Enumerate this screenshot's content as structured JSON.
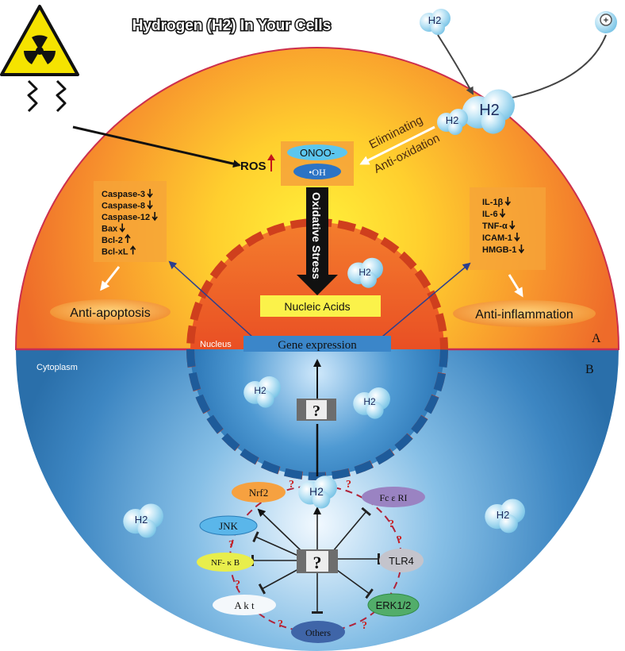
{
  "title": "Hydrogen (H2) In Your Cells",
  "h2_label": "H2",
  "ros": "ROS",
  "onoo": "ONOO-",
  "oh": "•OH",
  "eliminating": "Eliminating",
  "anti_oxidation": "Anti-oxidation",
  "oxidative_stress": "Oxidative Stress",
  "nucleic_acids": "Nucleic Acids",
  "nucleus": "Nucleus",
  "gene_expression": "Gene expression",
  "cytoplasm": "Cytoplasm",
  "panel_a": "A",
  "panel_b": "B",
  "apoptosis_markers": [
    "Caspase-3",
    "Caspase-8",
    "Caspase-12",
    "Bax",
    "Bcl-2",
    "Bcl-xL"
  ],
  "inflammation_markers": [
    "IL-1β",
    "IL-6",
    "TNF-α",
    "ICAM-1",
    "HMGB-1"
  ],
  "anti_apoptosis": "Anti-apoptosis",
  "anti_inflammation": "Anti-inflammation",
  "unknown": "?",
  "pathways": {
    "nrf2": "Nrf2",
    "fceri": "Fc ε RI",
    "jnk": "JNK",
    "tlr4": "TLR4",
    "nfkb": "NF- κ B",
    "akt": "A k t",
    "erk": "ERK1/2",
    "others": "Others"
  },
  "colors": {
    "top_outer": "#f07a2a",
    "top_center": "#ffe23a",
    "bottom_outer": "#2a74b0",
    "bottom_center": "#e6f3ff",
    "h2_molecule": "#9fd6f0",
    "question_mark": "#cc1f1f"
  },
  "icons": [
    "radiation-icon",
    "h2-molecule-icon",
    "hydrogen-atom-icon"
  ]
}
